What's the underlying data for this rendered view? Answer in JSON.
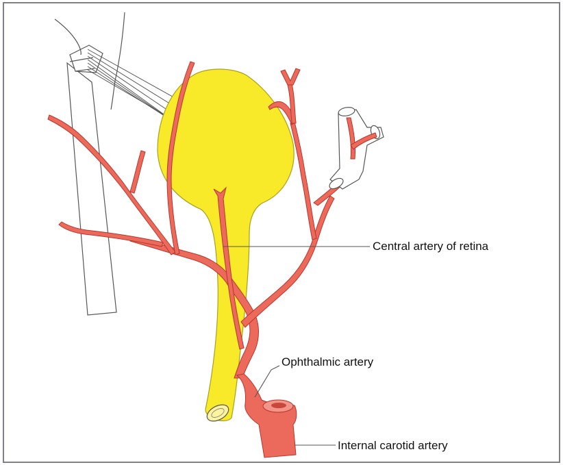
{
  "figure": {
    "labels": {
      "central_artery": "Central artery of retina",
      "ophthalmic_artery": "Ophthalmic artery",
      "internal_carotid": "Internal carotid artery"
    },
    "colors": {
      "background": "#ffffff",
      "border": "#7f7f8a",
      "artery_fill": "#ec6a5c",
      "artery_stroke": "#b8352b",
      "nerve_fill": "#f8ea28",
      "nerve_stroke": "#a8a020",
      "outline": "#555555",
      "leader_line": "#555555",
      "text": "#111111"
    }
  }
}
